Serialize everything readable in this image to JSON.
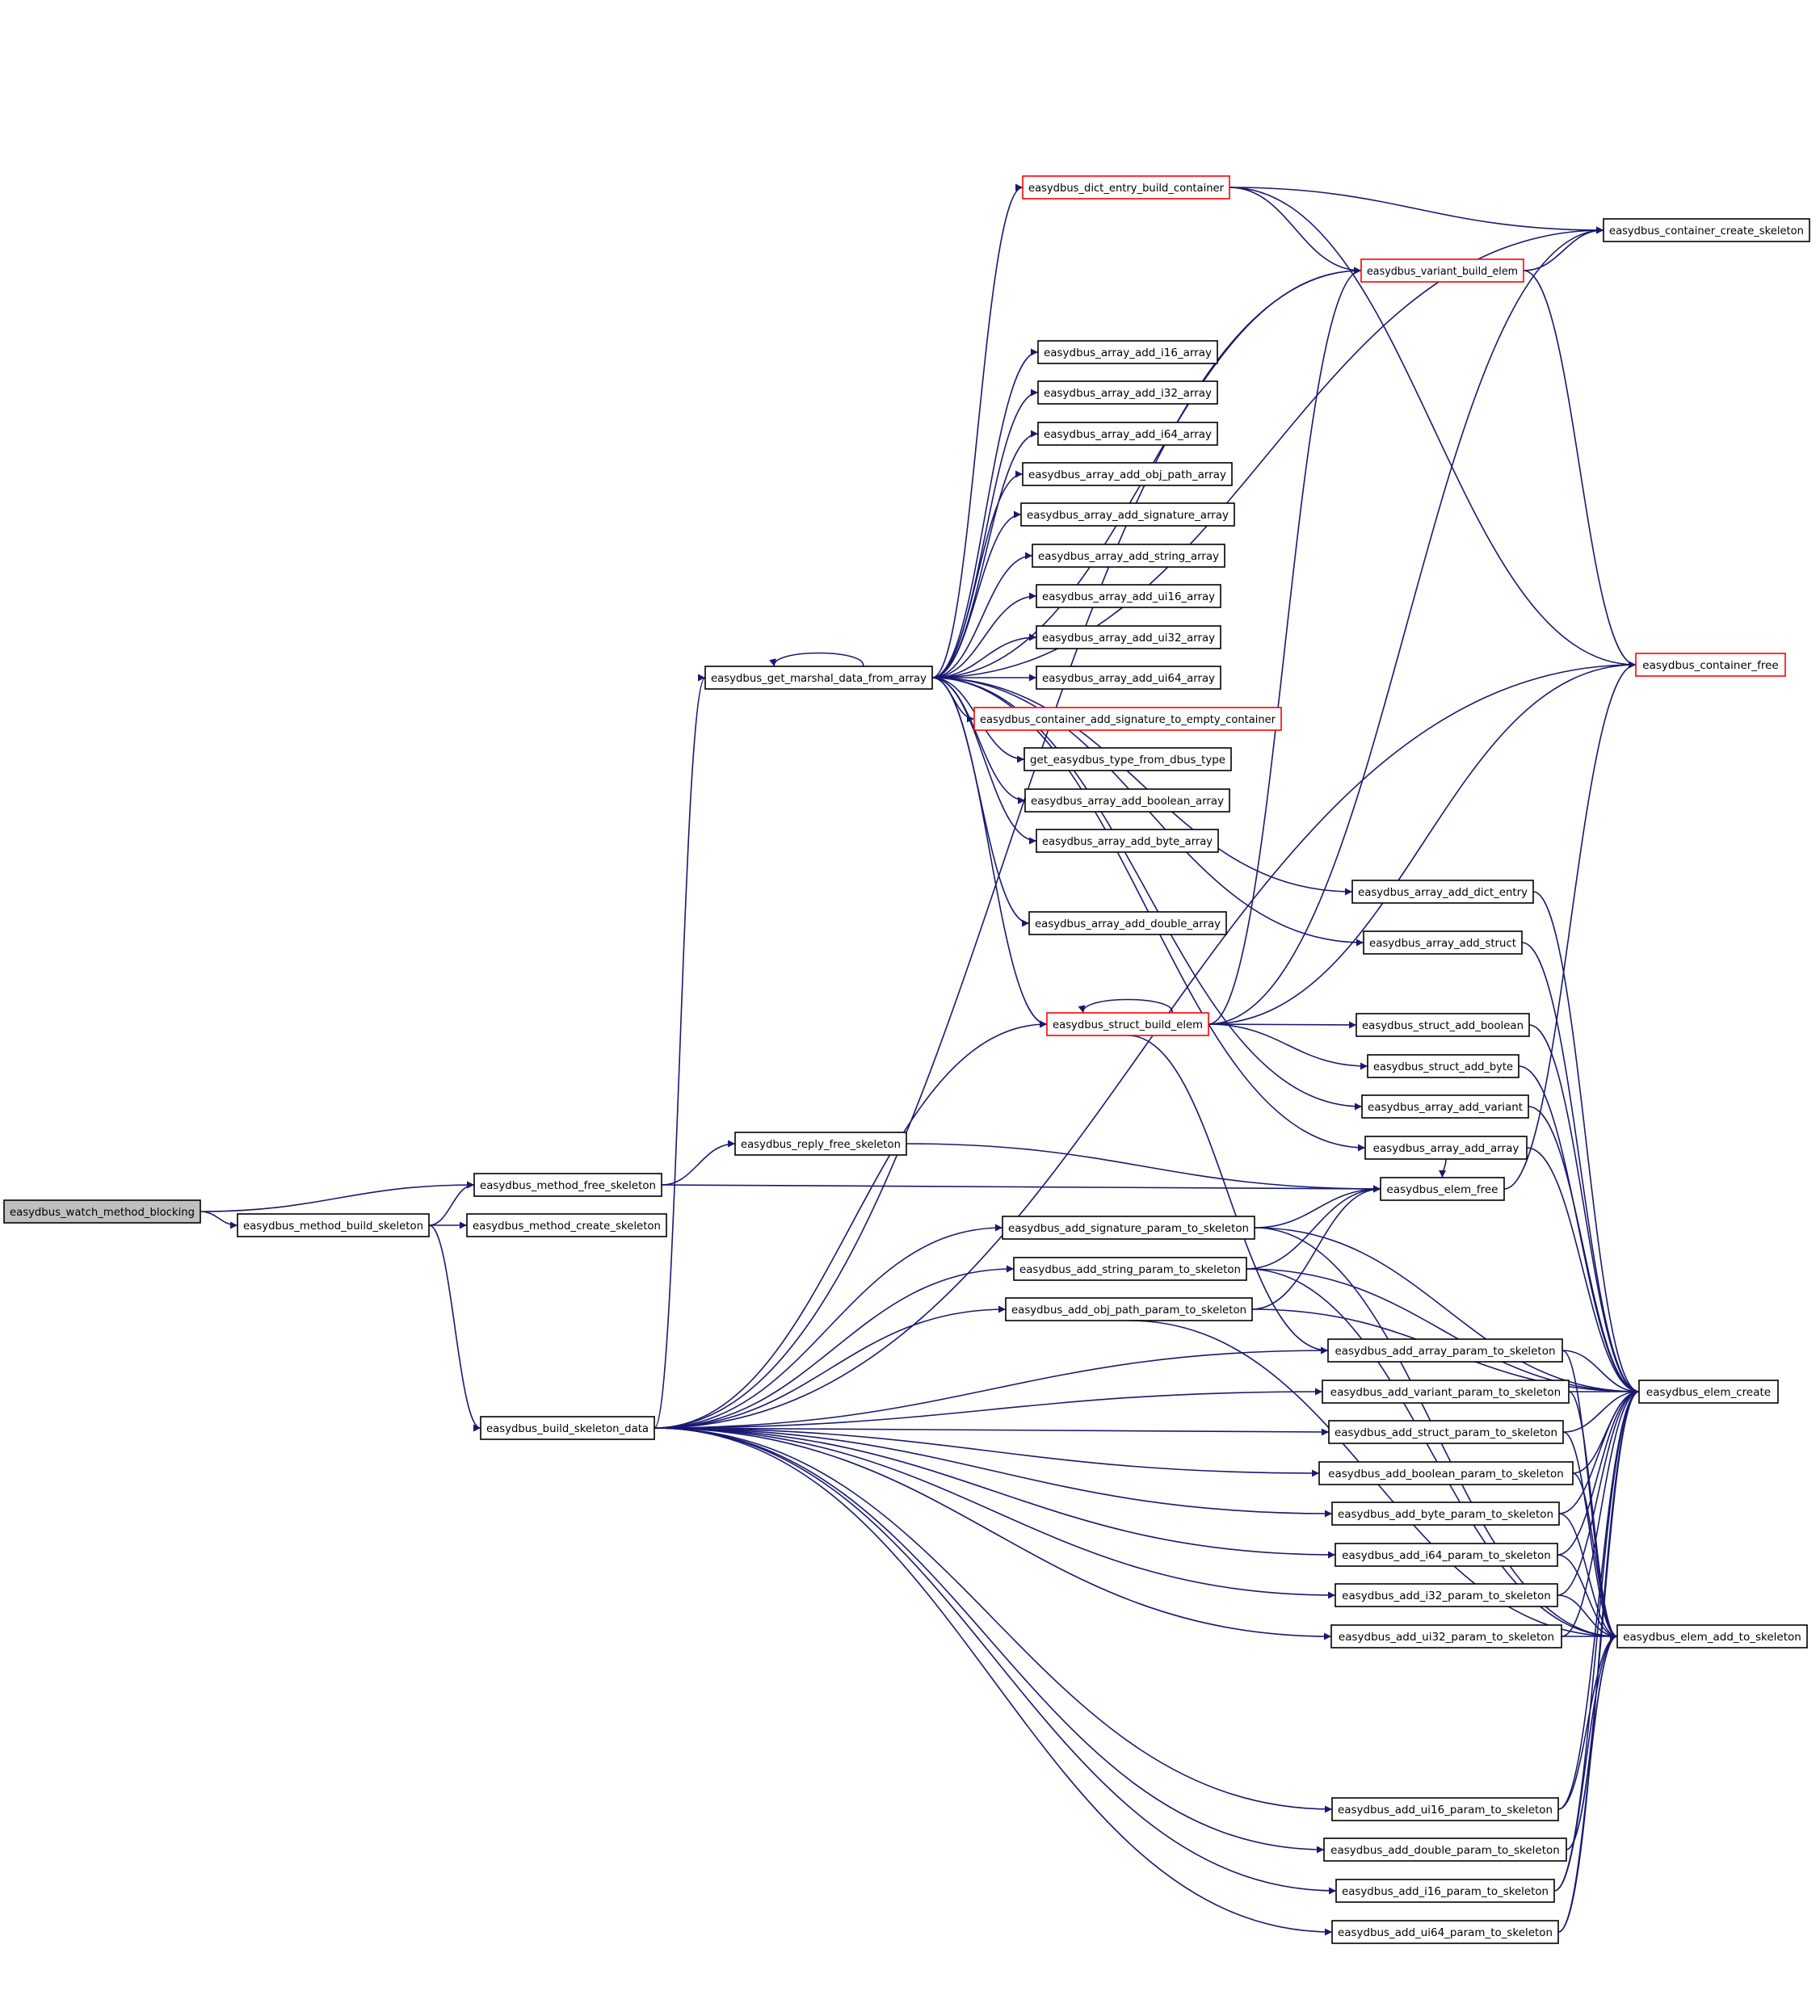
{
  "graph": {
    "type": "call-graph",
    "edge_color": "#191970",
    "highlight_color": "#ff0000",
    "root_fill": "#bfbfbf",
    "nodes": {
      "watch": "easydbus_watch_method_blocking",
      "m_free": "easydbus_method_free_skeleton",
      "m_build": "easydbus_method_build_skeleton",
      "m_create": "easydbus_method_create_skeleton",
      "reply_free": "easydbus_reply_free_skeleton",
      "build_data": "easydbus_build_skeleton_data",
      "gmd": "easydbus_get_marshal_data_from_array",
      "dict_build": "easydbus_dict_entry_build_container",
      "variant_build": "easydbus_variant_build_elem",
      "cont_create": "easydbus_container_create_skeleton",
      "cont_free": "easydbus_container_free",
      "a_i16": "easydbus_array_add_i16_array",
      "a_i32": "easydbus_array_add_i32_array",
      "a_i64": "easydbus_array_add_i64_array",
      "a_obj": "easydbus_array_add_obj_path_array",
      "a_sig": "easydbus_array_add_signature_array",
      "a_str": "easydbus_array_add_string_array",
      "a_ui16": "easydbus_array_add_ui16_array",
      "a_ui32": "easydbus_array_add_ui32_array",
      "a_ui64": "easydbus_array_add_ui64_array",
      "cont_sig": "easydbus_container_add_signature_to_empty_container",
      "get_type": "get_easydbus_type_from_dbus_type",
      "a_bool": "easydbus_array_add_boolean_array",
      "a_byte": "easydbus_array_add_byte_array",
      "a_dict": "easydbus_array_add_dict_entry",
      "a_double": "easydbus_array_add_double_array",
      "a_struct": "easydbus_array_add_struct",
      "struct_build": "easydbus_struct_build_elem",
      "s_bool": "easydbus_struct_add_boolean",
      "s_byte": "easydbus_struct_add_byte",
      "a_variant": "easydbus_array_add_variant",
      "a_array": "easydbus_array_add_array",
      "elem_free": "easydbus_elem_free",
      "p_sig": "easydbus_add_signature_param_to_skeleton",
      "p_str": "easydbus_add_string_param_to_skeleton",
      "p_obj": "easydbus_add_obj_path_param_to_skeleton",
      "p_array": "easydbus_add_array_param_to_skeleton",
      "p_variant": "easydbus_add_variant_param_to_skeleton",
      "p_struct": "easydbus_add_struct_param_to_skeleton",
      "p_bool": "easydbus_add_boolean_param_to_skeleton",
      "p_byte": "easydbus_add_byte_param_to_skeleton",
      "p_i64": "easydbus_add_i64_param_to_skeleton",
      "p_i32": "easydbus_add_i32_param_to_skeleton",
      "p_ui32": "easydbus_add_ui32_param_to_skeleton",
      "p_ui16": "easydbus_add_ui16_param_to_skeleton",
      "p_double": "easydbus_add_double_param_to_skeleton",
      "p_i16": "easydbus_add_i16_param_to_skeleton",
      "p_ui64": "easydbus_add_ui64_param_to_skeleton",
      "elem_create": "easydbus_elem_create",
      "elem_add": "easydbus_elem_add_to_skeleton"
    },
    "edges": [
      [
        "watch",
        "m_free"
      ],
      [
        "watch",
        "m_build"
      ],
      [
        "m_build",
        "m_free"
      ],
      [
        "m_build",
        "m_create"
      ],
      [
        "m_build",
        "build_data"
      ],
      [
        "m_free",
        "reply_free"
      ],
      [
        "m_free",
        "elem_free"
      ],
      [
        "reply_free",
        "elem_free"
      ],
      [
        "build_data",
        "gmd"
      ],
      [
        "build_data",
        "variant_build"
      ],
      [
        "build_data",
        "cont_free"
      ],
      [
        "build_data",
        "struct_build"
      ],
      [
        "build_data",
        "p_sig"
      ],
      [
        "build_data",
        "p_str"
      ],
      [
        "build_data",
        "p_obj"
      ],
      [
        "build_data",
        "p_array"
      ],
      [
        "build_data",
        "p_variant"
      ],
      [
        "build_data",
        "p_struct"
      ],
      [
        "build_data",
        "p_bool"
      ],
      [
        "build_data",
        "p_byte"
      ],
      [
        "build_data",
        "p_i64"
      ],
      [
        "build_data",
        "p_i32"
      ],
      [
        "build_data",
        "p_ui32"
      ],
      [
        "build_data",
        "p_ui16"
      ],
      [
        "build_data",
        "p_double"
      ],
      [
        "build_data",
        "p_i16"
      ],
      [
        "build_data",
        "p_ui64"
      ],
      [
        "gmd",
        "gmd"
      ],
      [
        "gmd",
        "dict_build"
      ],
      [
        "gmd",
        "variant_build"
      ],
      [
        "gmd",
        "cont_create"
      ],
      [
        "gmd",
        "a_i16"
      ],
      [
        "gmd",
        "a_i32"
      ],
      [
        "gmd",
        "a_i64"
      ],
      [
        "gmd",
        "a_obj"
      ],
      [
        "gmd",
        "a_sig"
      ],
      [
        "gmd",
        "a_str"
      ],
      [
        "gmd",
        "a_ui16"
      ],
      [
        "gmd",
        "a_ui32"
      ],
      [
        "gmd",
        "a_ui64"
      ],
      [
        "gmd",
        "cont_sig"
      ],
      [
        "gmd",
        "get_type"
      ],
      [
        "gmd",
        "a_bool"
      ],
      [
        "gmd",
        "a_byte"
      ],
      [
        "gmd",
        "a_dict"
      ],
      [
        "gmd",
        "a_double"
      ],
      [
        "gmd",
        "a_struct"
      ],
      [
        "gmd",
        "struct_build"
      ],
      [
        "gmd",
        "a_variant"
      ],
      [
        "gmd",
        "a_array"
      ],
      [
        "dict_build",
        "variant_build"
      ],
      [
        "dict_build",
        "cont_create"
      ],
      [
        "dict_build",
        "cont_free"
      ],
      [
        "variant_build",
        "cont_create"
      ],
      [
        "variant_build",
        "cont_free"
      ],
      [
        "struct_build",
        "struct_build"
      ],
      [
        "struct_build",
        "variant_build"
      ],
      [
        "struct_build",
        "cont_create"
      ],
      [
        "struct_build",
        "cont_free"
      ],
      [
        "struct_build",
        "s_bool"
      ],
      [
        "struct_build",
        "s_byte"
      ],
      [
        "struct_build",
        "p_array"
      ],
      [
        "a_dict",
        "elem_create"
      ],
      [
        "a_struct",
        "elem_create"
      ],
      [
        "s_bool",
        "elem_create"
      ],
      [
        "s_byte",
        "elem_create"
      ],
      [
        "a_variant",
        "elem_create"
      ],
      [
        "a_array",
        "elem_create"
      ],
      [
        "a_array",
        "elem_free"
      ],
      [
        "elem_free",
        "cont_free"
      ],
      [
        "p_sig",
        "elem_free"
      ],
      [
        "p_sig",
        "elem_create"
      ],
      [
        "p_sig",
        "elem_add"
      ],
      [
        "p_str",
        "elem_free"
      ],
      [
        "p_str",
        "elem_create"
      ],
      [
        "p_str",
        "elem_add"
      ],
      [
        "p_obj",
        "elem_free"
      ],
      [
        "p_obj",
        "elem_create"
      ],
      [
        "p_obj",
        "elem_add"
      ],
      [
        "p_array",
        "elem_create"
      ],
      [
        "p_array",
        "elem_add"
      ],
      [
        "p_variant",
        "elem_create"
      ],
      [
        "p_variant",
        "elem_add"
      ],
      [
        "p_struct",
        "elem_create"
      ],
      [
        "p_struct",
        "elem_add"
      ],
      [
        "p_bool",
        "elem_create"
      ],
      [
        "p_bool",
        "elem_add"
      ],
      [
        "p_byte",
        "elem_create"
      ],
      [
        "p_byte",
        "elem_add"
      ],
      [
        "p_i64",
        "elem_create"
      ],
      [
        "p_i64",
        "elem_add"
      ],
      [
        "p_i32",
        "elem_create"
      ],
      [
        "p_i32",
        "elem_add"
      ],
      [
        "p_ui32",
        "elem_create"
      ],
      [
        "p_ui32",
        "elem_add"
      ],
      [
        "p_ui16",
        "elem_create"
      ],
      [
        "p_ui16",
        "elem_add"
      ],
      [
        "p_double",
        "elem_create"
      ],
      [
        "p_double",
        "elem_add"
      ],
      [
        "p_i16",
        "elem_create"
      ],
      [
        "p_i16",
        "elem_add"
      ],
      [
        "p_ui64",
        "elem_create"
      ],
      [
        "p_ui64",
        "elem_add"
      ]
    ]
  }
}
